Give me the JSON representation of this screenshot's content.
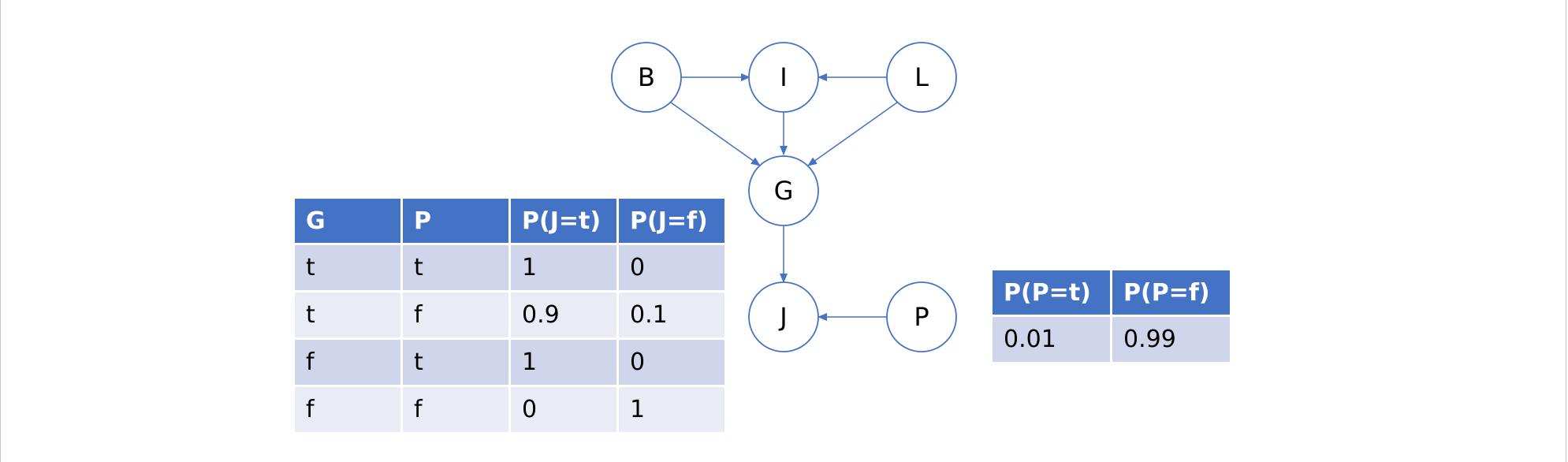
{
  "nodes": {
    "B": "B",
    "I": "I",
    "L": "L",
    "G": "G",
    "J": "J",
    "P": "P"
  },
  "colors": {
    "edge": "#4472c4",
    "header_bg": "#4472c4",
    "row_dark": "#cfd5ea",
    "row_light": "#e9ebf5"
  },
  "j_table": {
    "headers": [
      "G",
      "P",
      "P(J=t)",
      "P(J=f)"
    ],
    "rows": [
      [
        "t",
        "t",
        "1",
        "0"
      ],
      [
        "t",
        "f",
        "0.9",
        "0.1"
      ],
      [
        "f",
        "t",
        "1",
        "0"
      ],
      [
        "f",
        "f",
        "0",
        "1"
      ]
    ]
  },
  "p_table": {
    "headers": [
      "P(P=t)",
      "P(P=f)"
    ],
    "rows": [
      [
        "0.01",
        "0.99"
      ]
    ]
  }
}
